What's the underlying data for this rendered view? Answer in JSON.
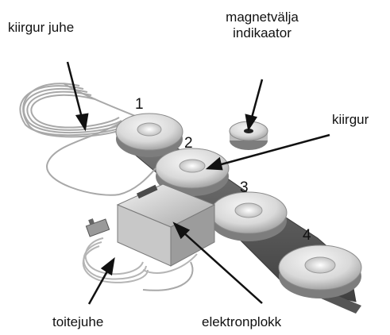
{
  "labels": {
    "cable": "kiirgur juhe",
    "indicator_line1": "magnetvälja",
    "indicator_line2": "indikaator",
    "emitter": "kiirgur",
    "power_cord": "toitejuhe",
    "electronics": "elektronplokk"
  },
  "emitter_numbers": [
    "1",
    "2",
    "3",
    "4"
  ],
  "colors": {
    "pad_light": "#e6e6e6",
    "pad_dark": "#8e8e8e",
    "strap": "#5f5f5f",
    "cable": "#b0b0b0",
    "text": "#111111"
  }
}
